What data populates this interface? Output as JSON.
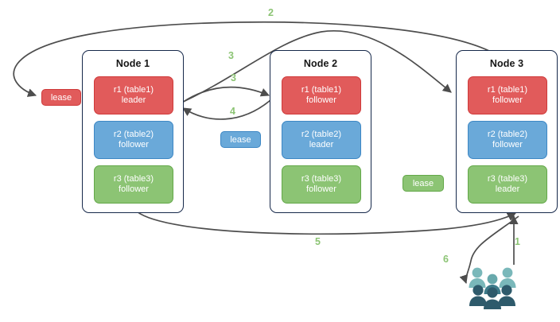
{
  "diagram": {
    "title": "Multi-Raft lease / request routing diagram",
    "colors": {
      "red": "#e15b5b",
      "red_border": "#cf3a3a",
      "blue": "#6aa9d9",
      "blue_border": "#3d87c4",
      "green": "#8cc474",
      "green_border": "#63a849",
      "node_border": "#16284a",
      "arrow": "#4d4d4d",
      "step_label": "#8cc474",
      "users_light": "#7ab8ba",
      "users_dark": "#2e5a6b"
    },
    "nodes": [
      {
        "title": "Node 1",
        "replicas": [
          {
            "name": "r1 (table1)",
            "role": "leader",
            "color": "red"
          },
          {
            "name": "r2 (table2)",
            "role": "follower",
            "color": "blue"
          },
          {
            "name": "r3 (table3)",
            "role": "follower",
            "color": "green"
          }
        ]
      },
      {
        "title": "Node 2",
        "replicas": [
          {
            "name": "r1 (table1)",
            "role": "follower",
            "color": "red"
          },
          {
            "name": "r2 (table2)",
            "role": "leader",
            "color": "blue"
          },
          {
            "name": "r3 (table3)",
            "role": "follower",
            "color": "green"
          }
        ]
      },
      {
        "title": "Node 3",
        "replicas": [
          {
            "name": "r1 (table1)",
            "role": "follower",
            "color": "red"
          },
          {
            "name": "r2 (table2)",
            "role": "follower",
            "color": "blue"
          },
          {
            "name": "r3 (table3)",
            "role": "leader",
            "color": "green"
          }
        ]
      }
    ],
    "leases": [
      {
        "label": "lease",
        "color": "red"
      },
      {
        "label": "lease",
        "color": "blue"
      },
      {
        "label": "lease",
        "color": "green"
      }
    ],
    "steps": [
      {
        "label": "1",
        "from": "users",
        "to": "node3"
      },
      {
        "label": "2",
        "from": "node3-top",
        "to": "lease-red"
      },
      {
        "label": "3",
        "from": "node1-r1",
        "to": "node3-r1"
      },
      {
        "label": "3",
        "from": "node1-r1",
        "to": "node2-r1"
      },
      {
        "label": "4",
        "from": "node2-r1",
        "to": "node1-r1"
      },
      {
        "label": "5",
        "from": "node1-bottom",
        "to": "node3-bottom"
      },
      {
        "label": "6",
        "from": "node3",
        "to": "users"
      }
    ],
    "users_icon": {
      "name": "users-group-icon",
      "people_count": 6
    }
  }
}
